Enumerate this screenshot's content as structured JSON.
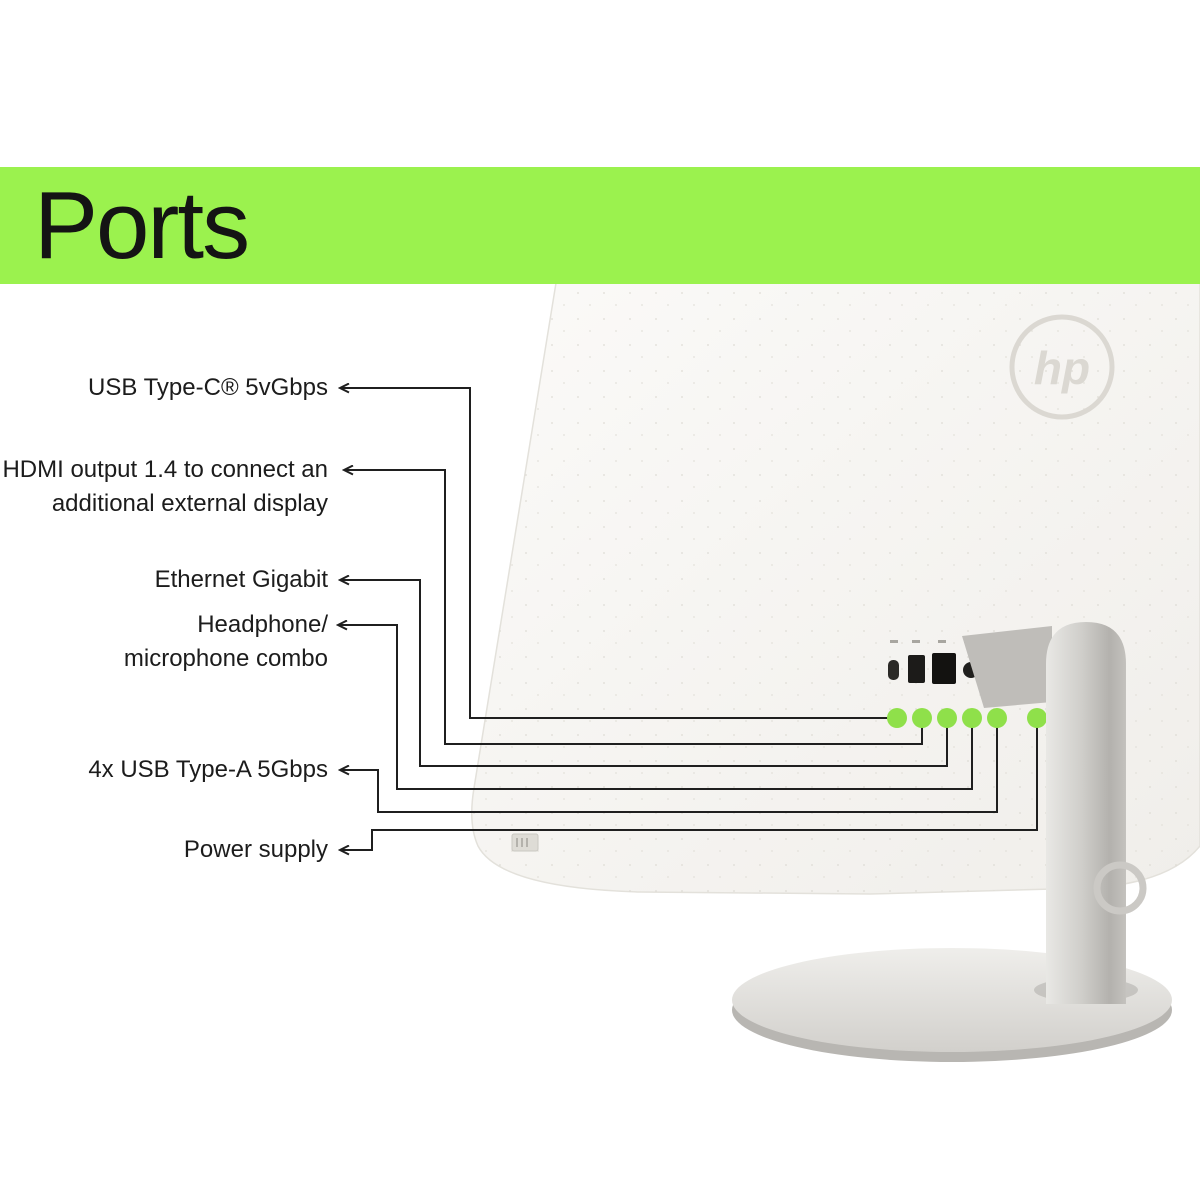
{
  "header": {
    "title": "Ports"
  },
  "labels": [
    {
      "id": "usb-c",
      "lines": [
        "USB Type-C® 5vGbps"
      ]
    },
    {
      "id": "hdmi",
      "lines": [
        "HDMI output 1.4 to connect an",
        "additional external display"
      ]
    },
    {
      "id": "ethernet",
      "lines": [
        "Ethernet Gigabit"
      ]
    },
    {
      "id": "headphone",
      "lines": [
        "Headphone/",
        "microphone combo"
      ]
    },
    {
      "id": "usb-a",
      "lines": [
        "4x USB Type-A 5Gbps"
      ]
    },
    {
      "id": "power",
      "lines": [
        "Power supply"
      ]
    }
  ],
  "device": {
    "logo_text": "hp",
    "description": "Rear view of HP All-in-One desktop with port callouts"
  },
  "colors": {
    "band_green": "#9BF24E",
    "dot_green": "#8FE04A",
    "line_black": "#1F1F1F"
  }
}
